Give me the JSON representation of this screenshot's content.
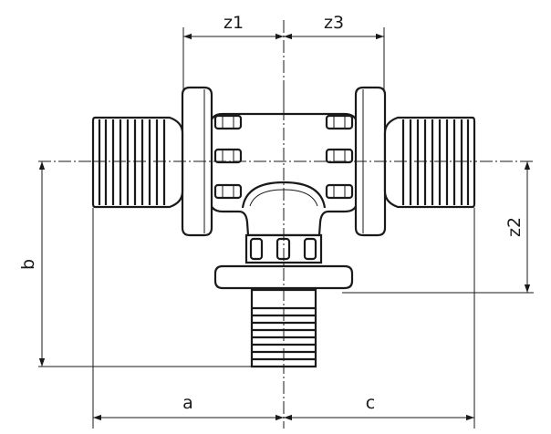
{
  "drawing": {
    "labels": {
      "z1": "z1",
      "z3": "z3",
      "z2": "z2",
      "a": "a",
      "b": "b",
      "c": "c"
    },
    "line_color": "#1a1a1a",
    "background": "#ffffff"
  }
}
